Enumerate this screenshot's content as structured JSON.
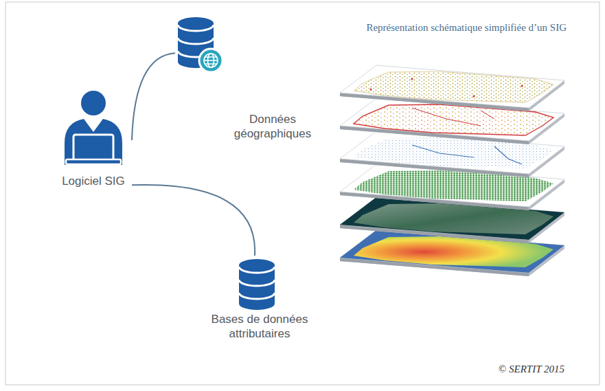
{
  "diagram": {
    "title": "Représentation schématique simplifiée d’un SIG",
    "caption": "© SERTIT 2015",
    "nodes": [
      {
        "text": [
          "Logiciel SIG"
        ]
      },
      {
        "text": [
          "Données géographiques"
        ]
      },
      {
        "text": [
          "Bases de données attributaires"
        ]
      }
    ],
    "edges": [
      {
        "from": 0,
        "to": 1,
        "arrow": "none"
      },
      {
        "from": 0,
        "to": 2,
        "arrow": "none"
      }
    ]
  }
}
